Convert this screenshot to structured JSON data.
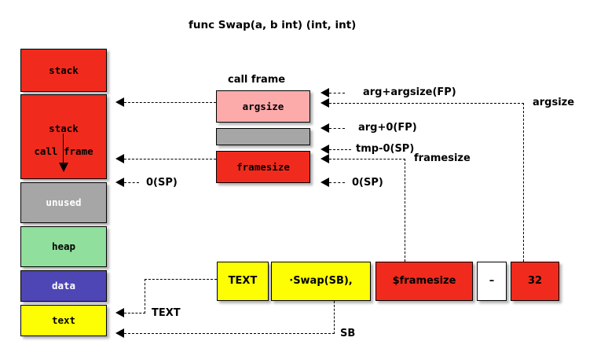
{
  "title": "func Swap(a, b int) (int, int)",
  "memory_layout": {
    "name": "memory-layout-column",
    "segments": [
      {
        "label": "stack",
        "color": "#f02b1d"
      },
      {
        "label": "stack",
        "sublabel": "call frame",
        "color": "#f02b1d"
      },
      {
        "label": "unused",
        "color": "#a6a6a6"
      },
      {
        "label": "heap",
        "color": "#90df9c"
      },
      {
        "label": "data",
        "color": "#4f46b5"
      },
      {
        "label": "text",
        "color": "#fdfd04"
      }
    ]
  },
  "call_frame": {
    "heading": "call frame",
    "boxes": [
      {
        "label": "argsize",
        "color": "#fdaaaa"
      },
      {
        "label": "",
        "color": "#a6a6a6"
      },
      {
        "label": "framesize",
        "color": "#f02b1d"
      }
    ]
  },
  "annotations": {
    "arg_argsize_fp": "arg+argsize(FP)",
    "arg_0_fp": "arg+0(FP)",
    "tmp_0_sp": "tmp-0(SP)",
    "framesize": "framesize",
    "zero_sp_right": "0(SP)",
    "zero_sp_left": "0(SP)",
    "argsize_right": "argsize",
    "text_label": "TEXT",
    "sb_label": "SB"
  },
  "instruction": {
    "name": "text-directive-row",
    "cells": [
      {
        "label": "TEXT",
        "color": "#fdfd04"
      },
      {
        "label": "·Swap(SB),",
        "color": "#fdfd04"
      },
      {
        "label": "$framesize",
        "color": "#f02b1d"
      },
      {
        "label": "–",
        "color": "#ffffff"
      },
      {
        "label": "32",
        "color": "#f02b1d"
      }
    ]
  }
}
